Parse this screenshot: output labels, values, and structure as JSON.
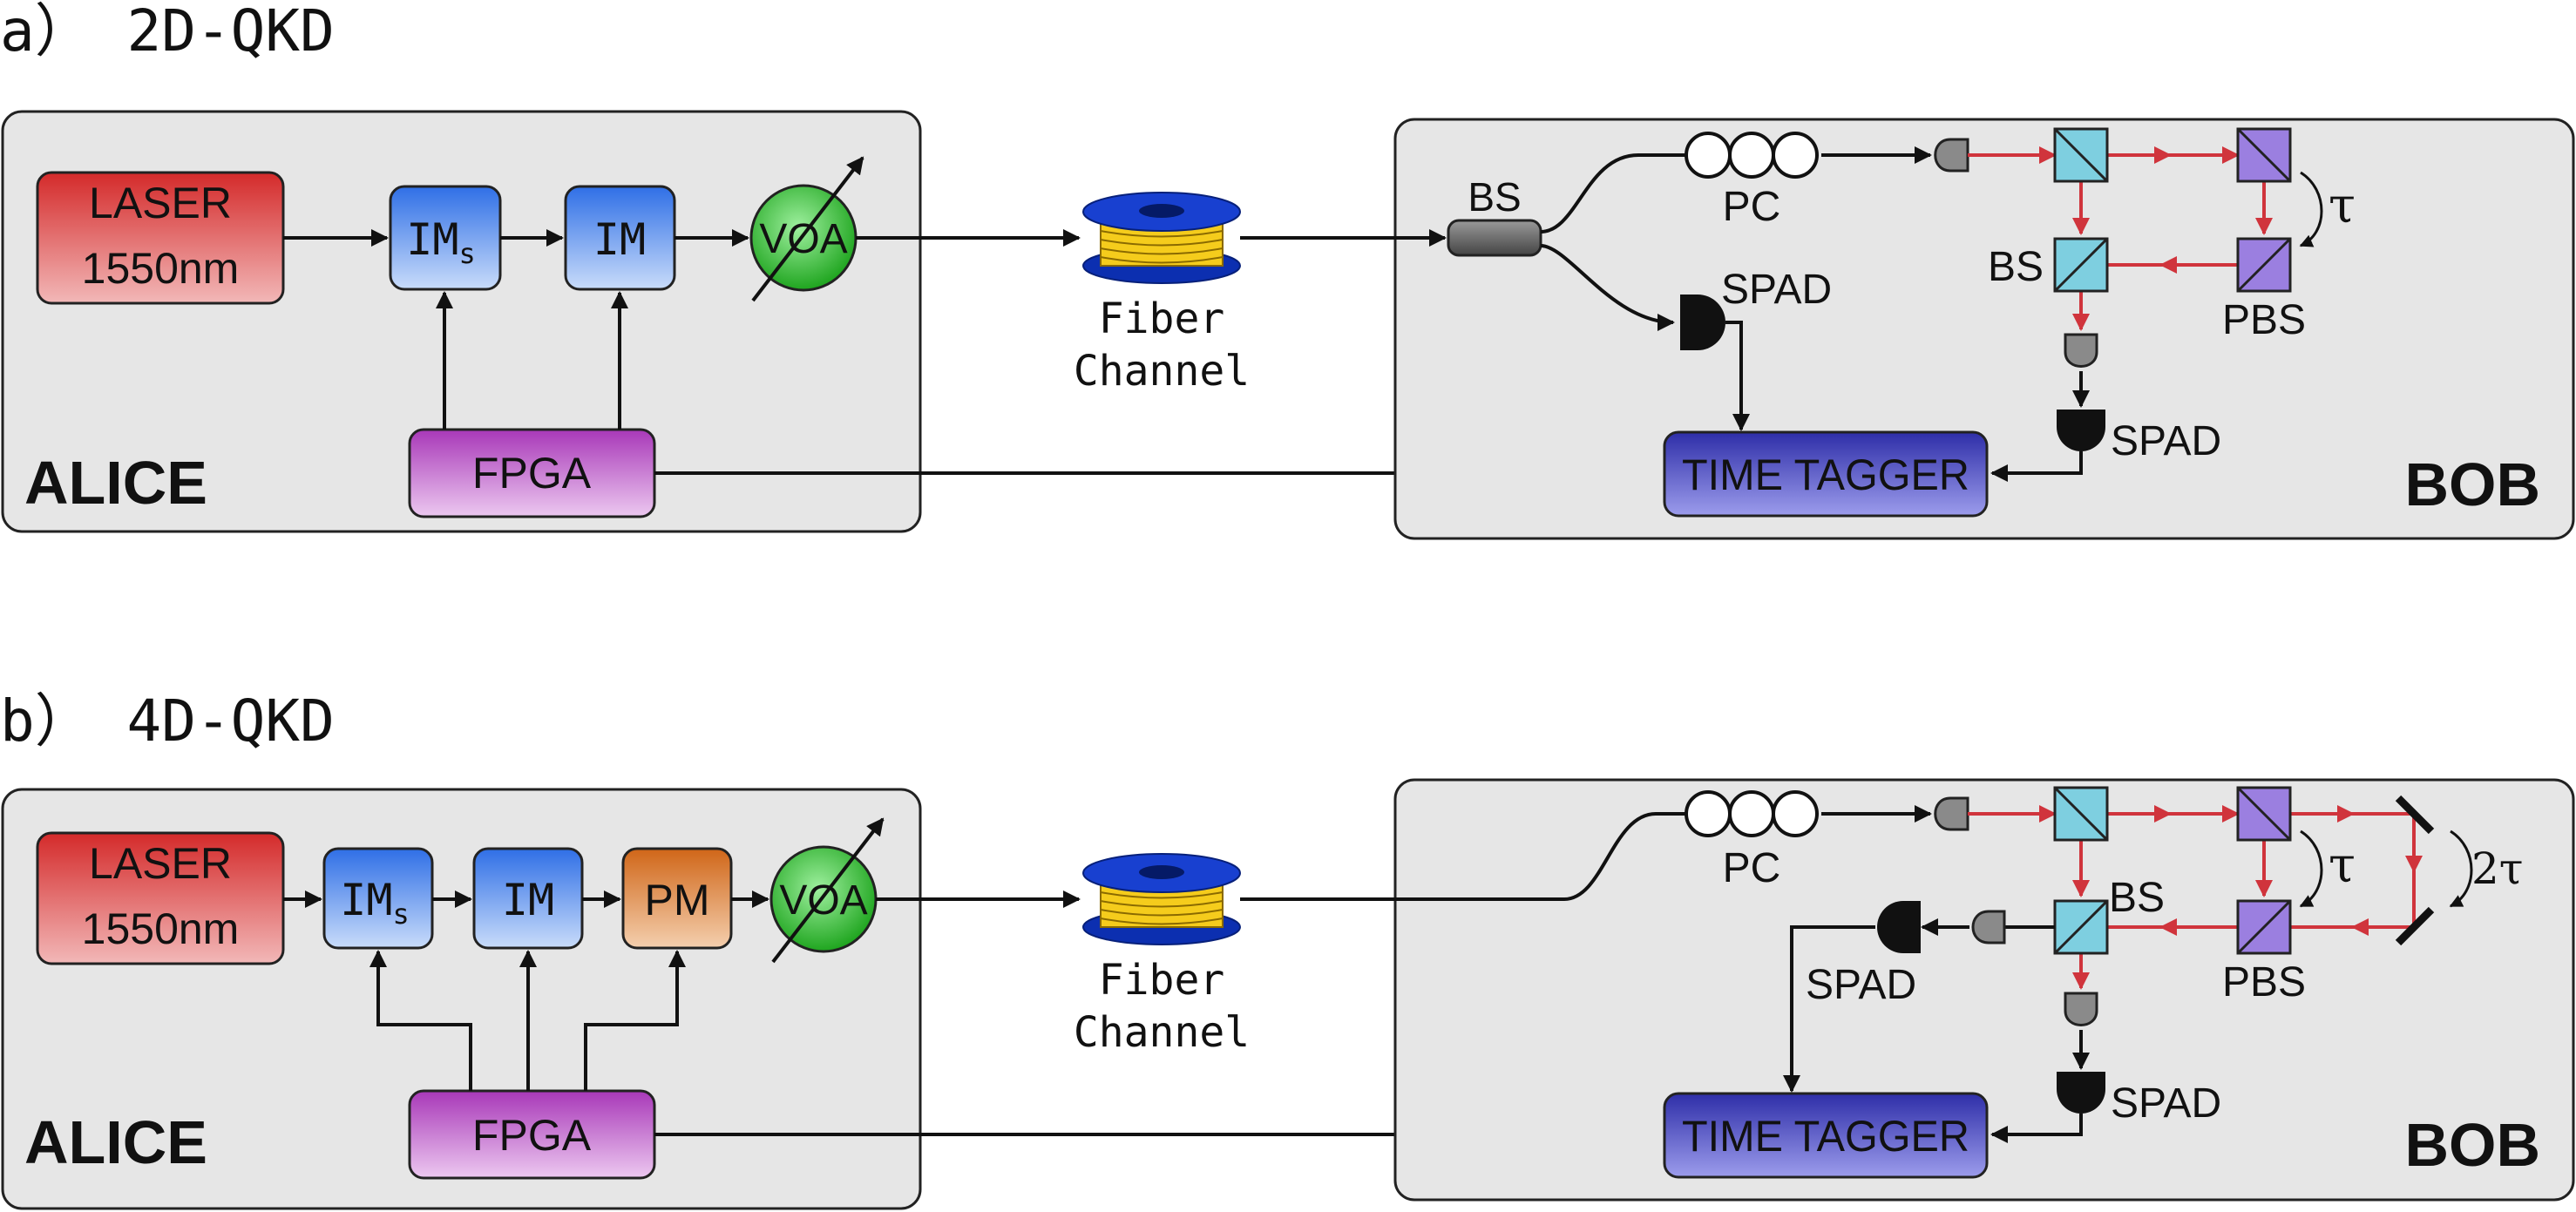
{
  "panel_a": {
    "title": "a） 2D-QKD",
    "alice": {
      "label": "ALICE"
    },
    "bob": {
      "label": "BOB"
    },
    "laser": {
      "line1": "LASER",
      "line2": "1550nm"
    },
    "ims": {
      "main": "IM",
      "sub": "s"
    },
    "im": {
      "label": "IM"
    },
    "voa": {
      "label": "VOA"
    },
    "fpga": {
      "label": "FPGA"
    },
    "fiber": {
      "line1": "Fiber",
      "line2": "Channel"
    },
    "bs_fiber": {
      "label": "BS"
    },
    "pc": {
      "label": "PC"
    },
    "spad_1": {
      "label": "SPAD"
    },
    "spad_2": {
      "label": "SPAD"
    },
    "bs_cube": {
      "label": "BS"
    },
    "pbs": {
      "label": "PBS"
    },
    "tau": {
      "label": "τ"
    },
    "time_tagger": {
      "label": "TIME TAGGER"
    }
  },
  "panel_b": {
    "title": "b） 4D-QKD",
    "alice": {
      "label": "ALICE"
    },
    "bob": {
      "label": "BOB"
    },
    "laser": {
      "line1": "LASER",
      "line2": "1550nm"
    },
    "ims": {
      "main": "IM",
      "sub": "s"
    },
    "im": {
      "label": "IM"
    },
    "pm": {
      "label": "PM"
    },
    "voa": {
      "label": "VOA"
    },
    "fpga": {
      "label": "FPGA"
    },
    "fiber": {
      "line1": "Fiber",
      "line2": "Channel"
    },
    "pc": {
      "label": "PC"
    },
    "bs_cube": {
      "label": "BS"
    },
    "pbs": {
      "label": "PBS"
    },
    "tau": {
      "label": "τ"
    },
    "two_tau": {
      "label": "2τ"
    },
    "spad_1": {
      "label": "SPAD"
    },
    "spad_2": {
      "label": "SPAD"
    },
    "time_tagger": {
      "label": "TIME TAGGER"
    }
  },
  "colors": {
    "enclosure_fill": "#e6e6e6",
    "laser": "#d93a3a",
    "im": "#3f7fe8",
    "pm": "#d9772c",
    "voa": "#38b838",
    "fpga": "#b54cc0",
    "time_tagger": "#3a3ab0",
    "bs_cube": "#7ecfe0",
    "pbs_cube": "#9b7fe0",
    "red_path": "#d0343c",
    "fiber_yellow": "#f5cc1c",
    "fiber_blue": "#0c2fb0"
  }
}
